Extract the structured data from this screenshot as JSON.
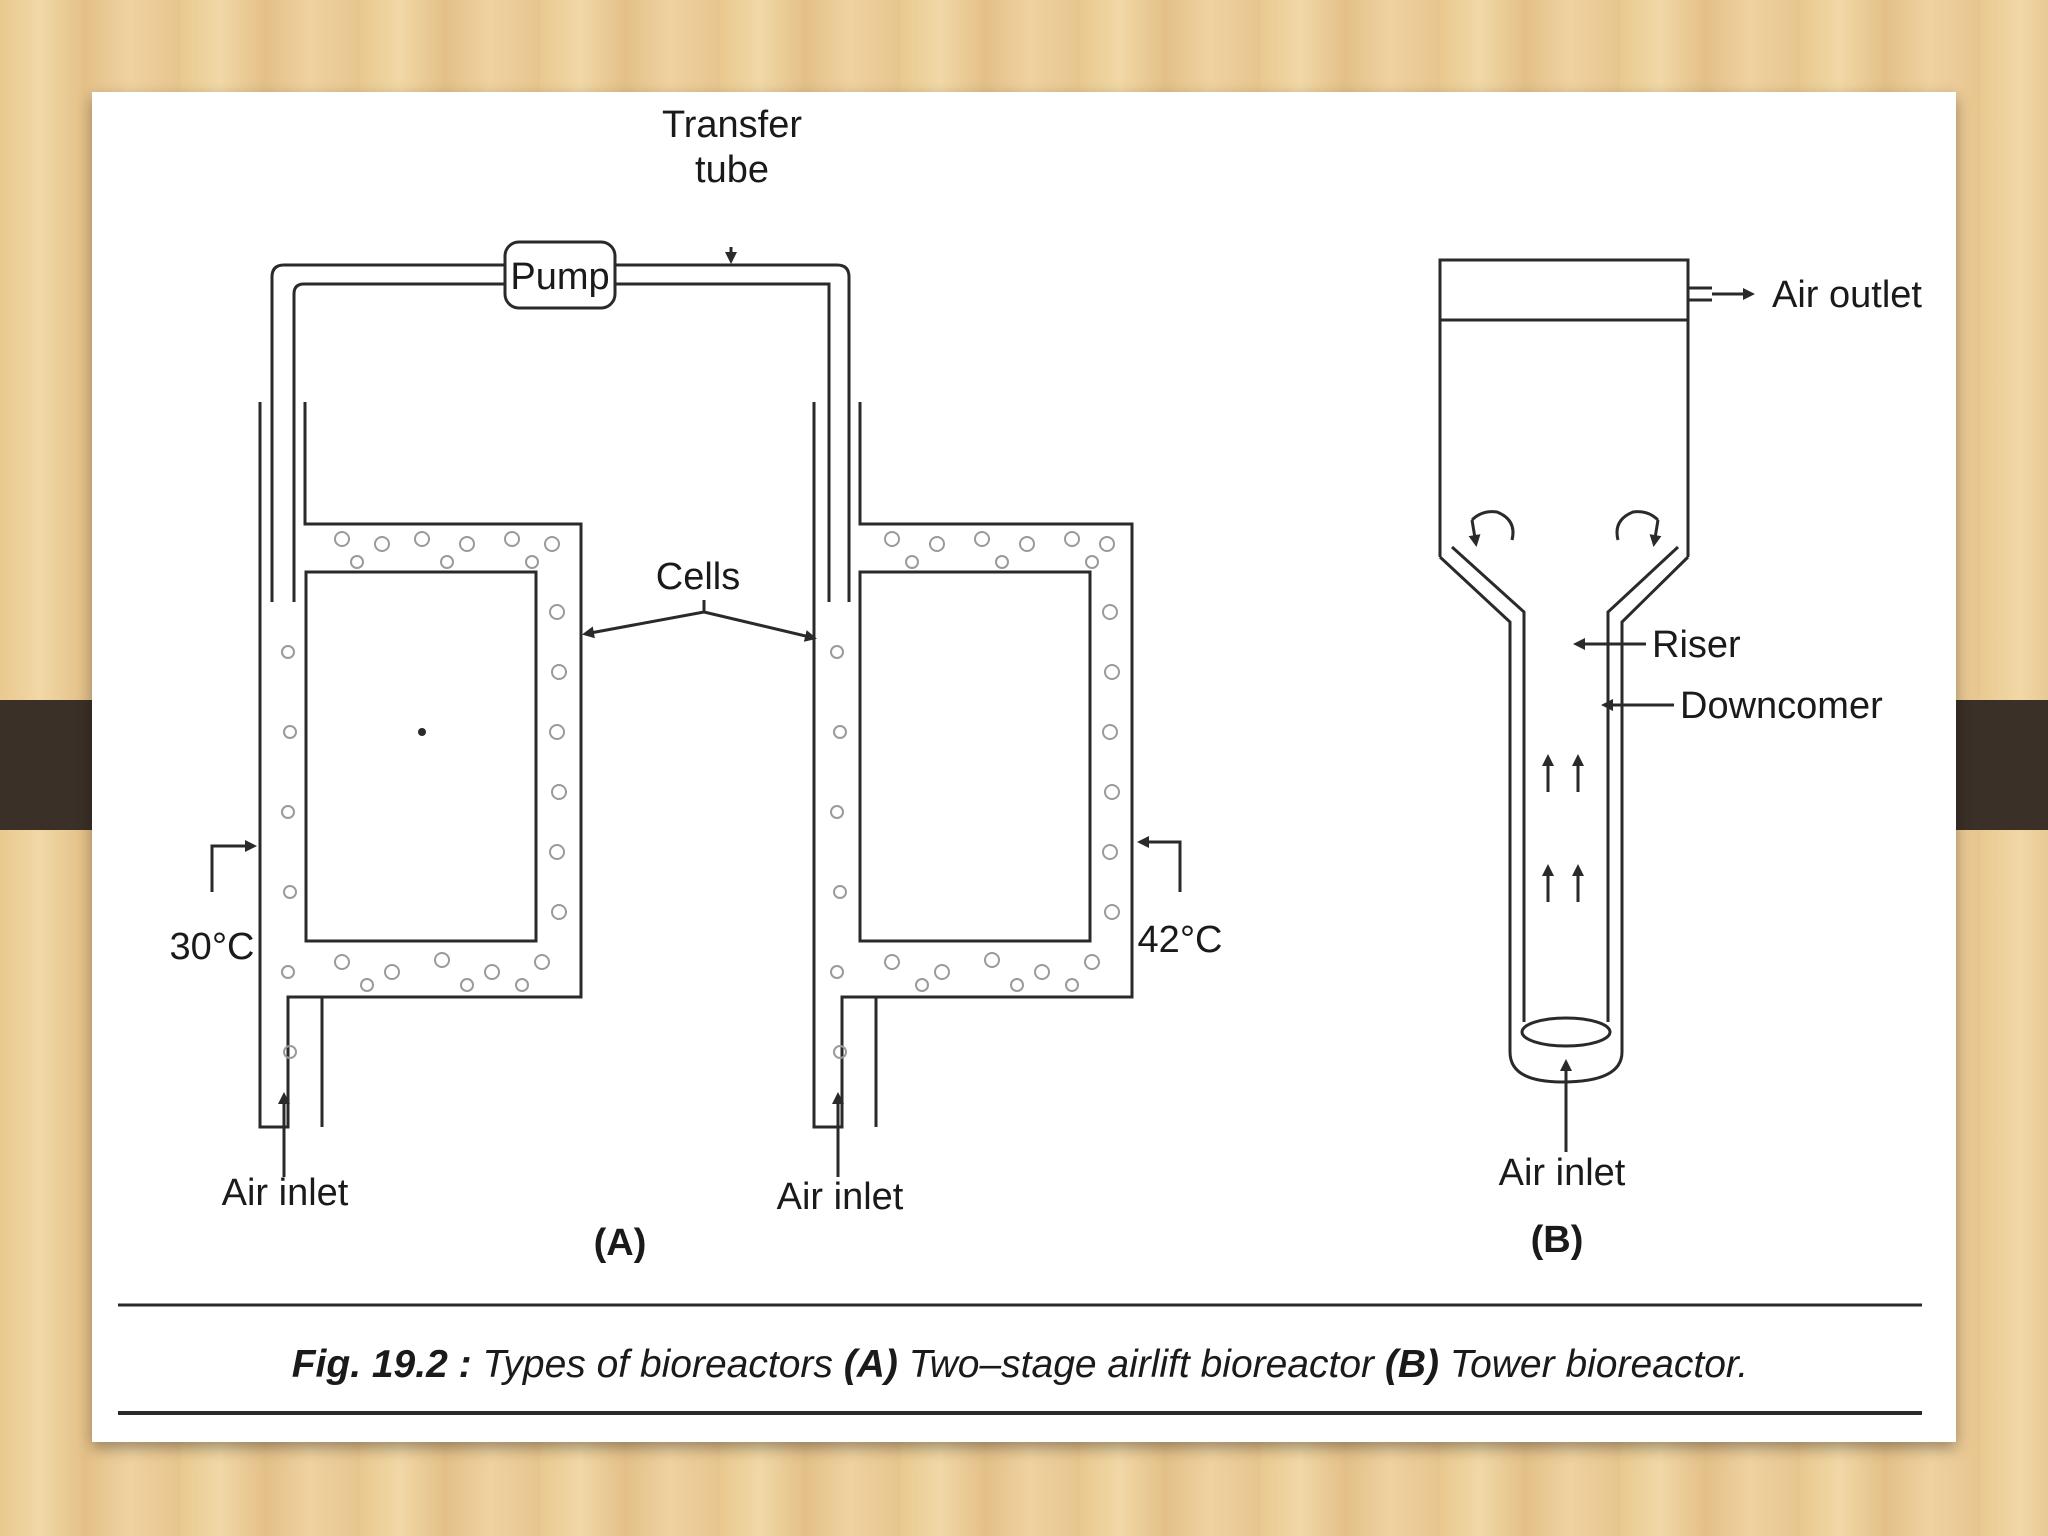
{
  "labels": {
    "transfer_tube_line1": "Transfer",
    "transfer_tube_line2": "tube",
    "pump": "Pump",
    "cells": "Cells",
    "temp_left": "30°C",
    "temp_right": "42°C",
    "air_inlet_left": "Air inlet",
    "air_inlet_middle": "Air inlet",
    "panel_a": "(A)",
    "air_outlet": "Air outlet",
    "riser": "Riser",
    "downcomer": "Downcomer",
    "air_inlet_tower": "Air inlet",
    "panel_b": "(B)"
  },
  "caption": {
    "fig": "Fig. 19.2 :",
    "text1": " Types of bioreactors ",
    "a": "(A)",
    "text2": " Two–stage airlift bioreactor ",
    "b": "(B)",
    "text3": " Tower bioreactor."
  },
  "colors": {
    "background_wood": "#e9c98f",
    "band": "#3b3028",
    "card": "#ffffff",
    "ink": "#1a1a1a"
  }
}
